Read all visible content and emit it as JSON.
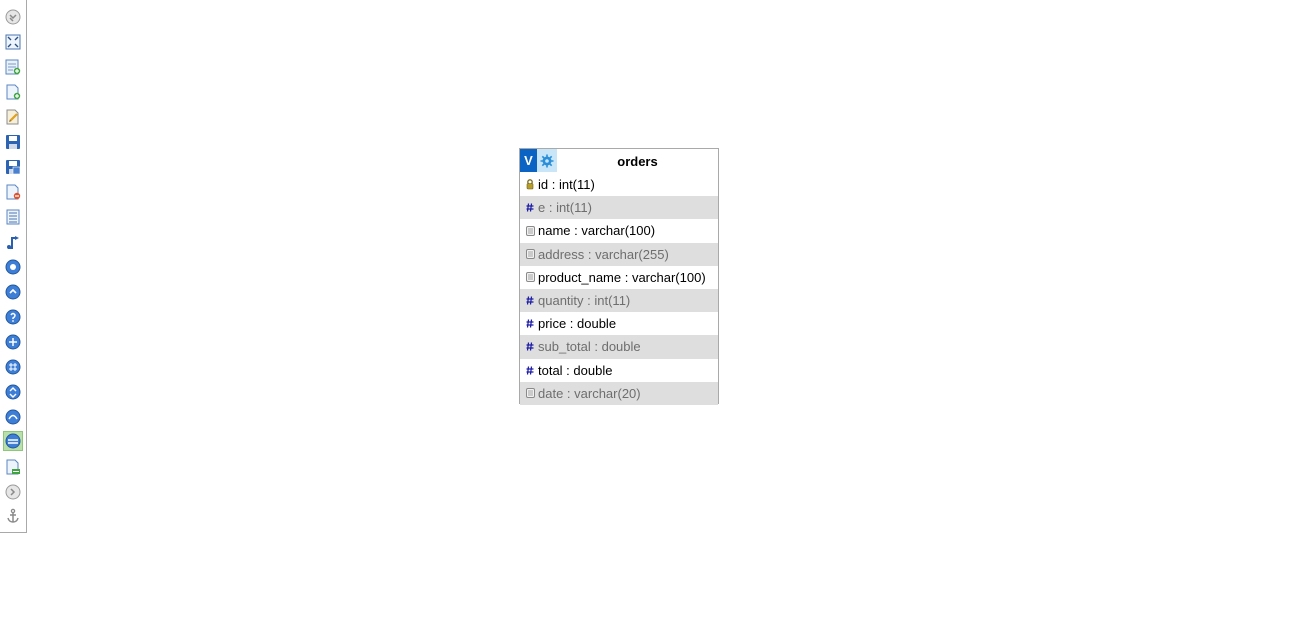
{
  "toolbar": {
    "items": [
      {
        "name": "collapse-toolbar-icon"
      },
      {
        "name": "toggle-fullscreen-icon"
      },
      {
        "name": "add-tables-icon"
      },
      {
        "name": "new-page-icon"
      },
      {
        "name": "open-page-icon"
      },
      {
        "name": "save-page-icon"
      },
      {
        "name": "save-page-as-icon"
      },
      {
        "name": "delete-pages-icon"
      },
      {
        "name": "create-relationship-icon"
      },
      {
        "name": "choose-column-display-icon"
      },
      {
        "name": "reload-icon"
      },
      {
        "name": "help-icon"
      },
      {
        "name": "angular-links-icon"
      },
      {
        "name": "snap-to-grid-icon"
      },
      {
        "name": "small-big-all-icon"
      },
      {
        "name": "toggle-small-big-icon"
      },
      {
        "name": "toggle-relation-lines-icon"
      },
      {
        "name": "export-schema-icon"
      },
      {
        "name": "move-menu-icon"
      },
      {
        "name": "pin-text-icon"
      }
    ]
  },
  "table": {
    "title": "orders",
    "v_label": "V",
    "columns": [
      {
        "label": "id : int(11)",
        "icon": "primary-key-icon"
      },
      {
        "label": "e : int(11)",
        "icon": "numeric-column-icon"
      },
      {
        "label": "name : varchar(100)",
        "icon": "text-column-icon"
      },
      {
        "label": "address : varchar(255)",
        "icon": "text-column-icon"
      },
      {
        "label": "product_name : varchar(100)",
        "icon": "text-column-icon"
      },
      {
        "label": "quantity : int(11)",
        "icon": "numeric-column-icon"
      },
      {
        "label": "price : double",
        "icon": "numeric-column-icon"
      },
      {
        "label": "sub_total : double",
        "icon": "numeric-column-icon"
      },
      {
        "label": "total : double",
        "icon": "numeric-column-icon"
      },
      {
        "label": "date : varchar(20)",
        "icon": "text-column-icon"
      }
    ]
  },
  "colors": {
    "header_v": "#0b63c4",
    "header_gear_bg": "#c8e6f8",
    "row_alt_bg": "#dedede",
    "row_alt_text": "#6e6e6e",
    "numeric_icon": "#1a1aa6",
    "active_tool_bg": "#b8e0a8"
  }
}
